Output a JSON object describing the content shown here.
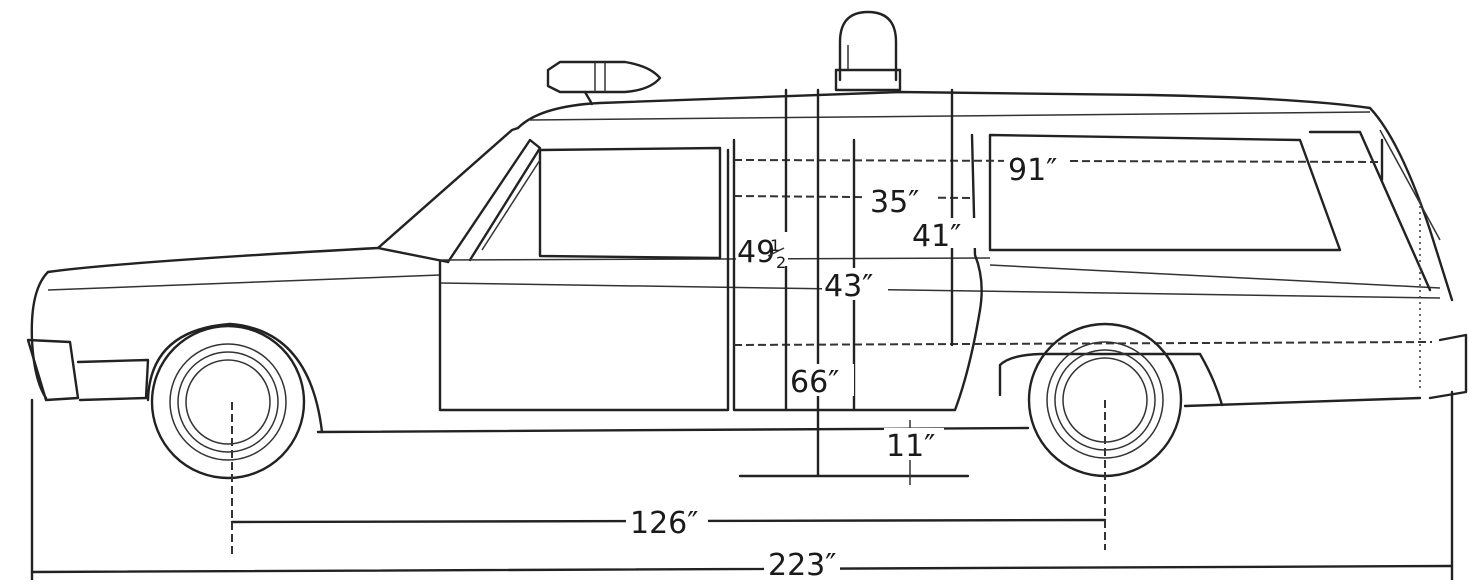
{
  "dimensions": {
    "overall_length": "223″",
    "wheelbase": "126″",
    "cargo_length": "91″",
    "door_opening_width": "35″",
    "rear_height": "41″",
    "interior_height_left_whole": "49",
    "interior_height_left_fraction_num": "1",
    "interior_height_left_fraction_den": "2",
    "interior_height_mid": "43″",
    "floor_width": "66″",
    "ground_clearance": "11″"
  },
  "colors": {
    "ink": "#1a1a1a",
    "paper": "#ffffff"
  }
}
